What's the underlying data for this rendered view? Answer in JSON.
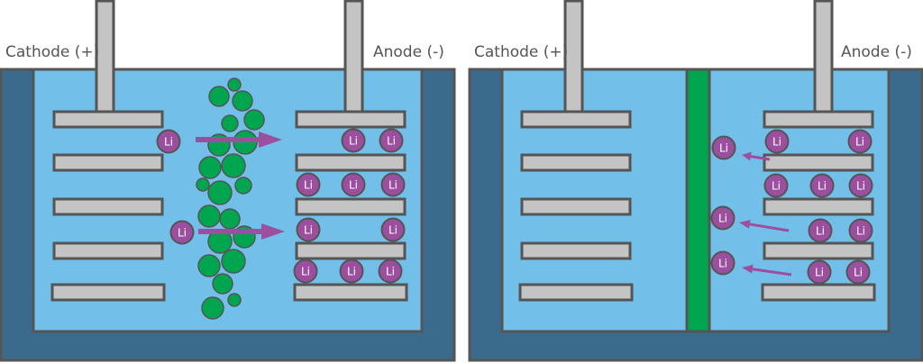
{
  "panels": [
    {
      "cathode_label": "Cathode (+)",
      "anode_label": "Anode (-)"
    },
    {
      "cathode_label": "Cathode (+)",
      "anode_label": "Anode (-)"
    }
  ],
  "ion_label": "Li",
  "colors": {
    "container": "#3a6a8c",
    "electrolyte": "#72c0ea",
    "electrode": "#c4c4c4",
    "outline": "#555555",
    "separator": "#00a550",
    "particles": "#00a550",
    "ion": "#9b4f9e",
    "arrow": "#9b4f9e",
    "label_text": "#555555"
  }
}
